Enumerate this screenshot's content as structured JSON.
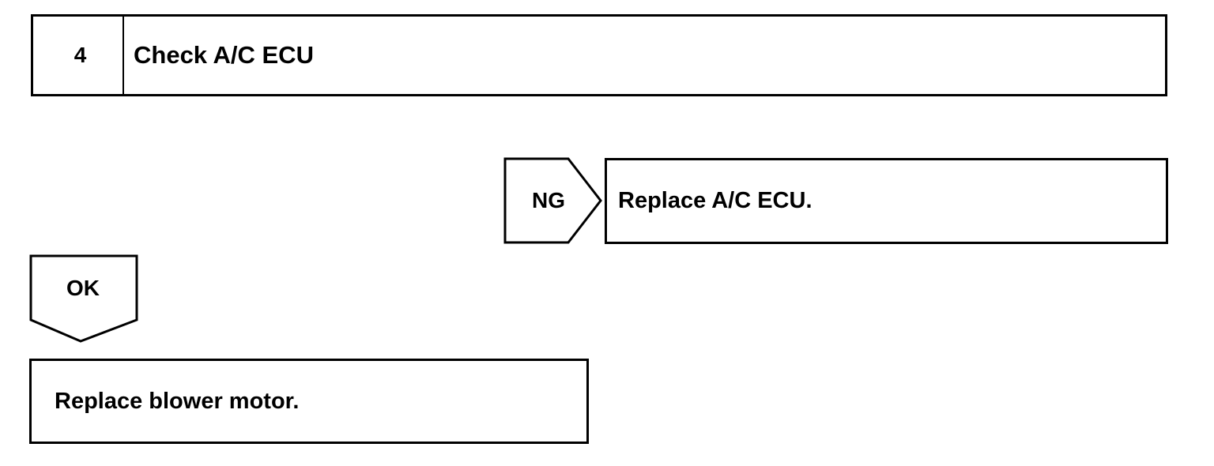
{
  "step": {
    "number": "4",
    "title": "Check A/C ECU"
  },
  "ng": {
    "label": "NG",
    "action": "Replace A/C ECU."
  },
  "ok": {
    "label": "OK",
    "action": "Replace blower motor."
  },
  "colors": {
    "line": "#000000",
    "background": "#ffffff"
  }
}
